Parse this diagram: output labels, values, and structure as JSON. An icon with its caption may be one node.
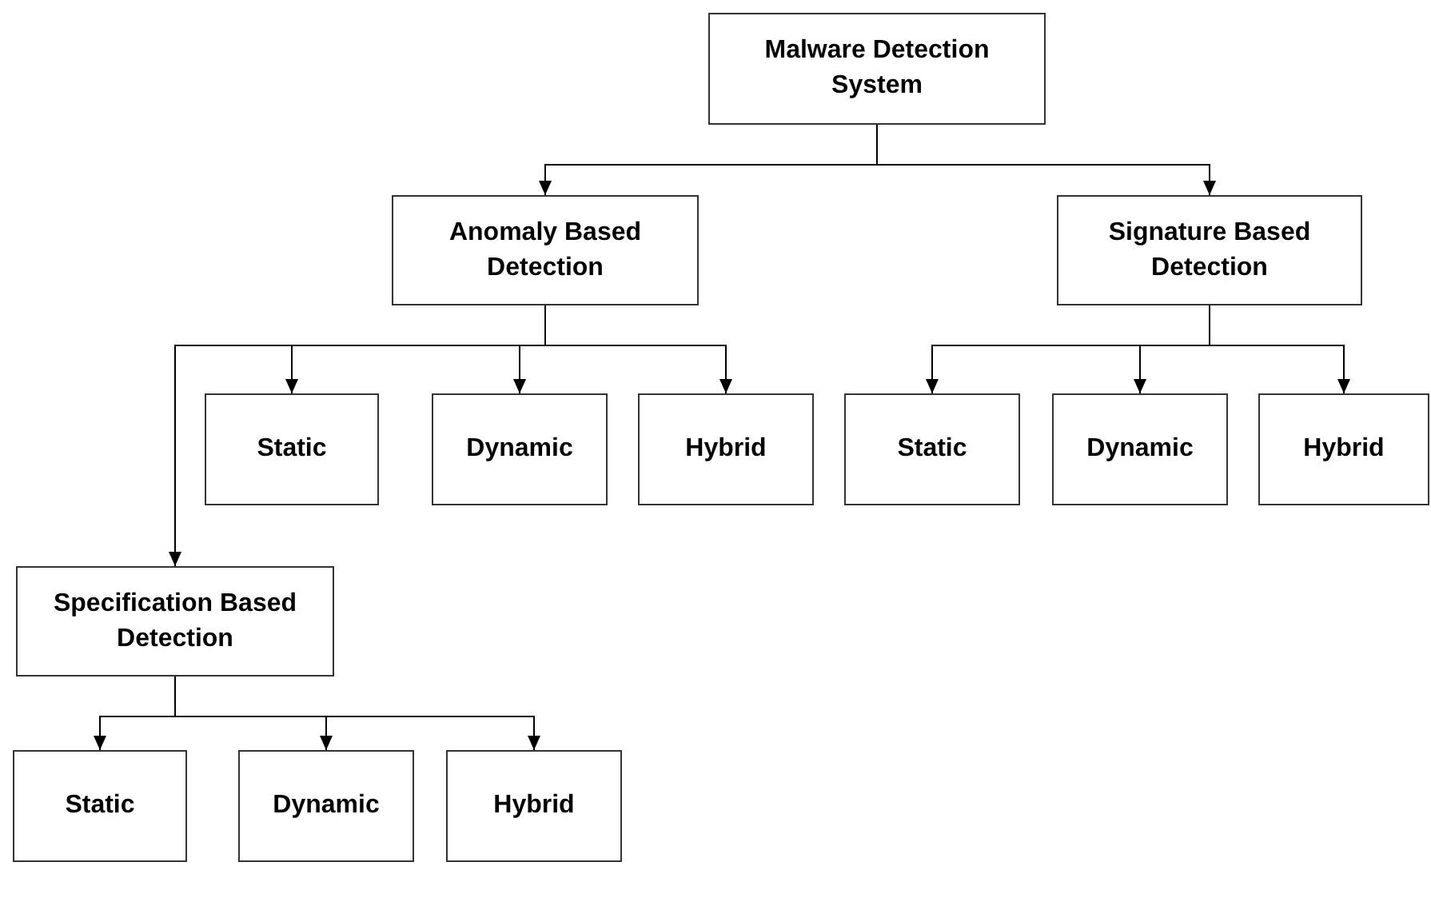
{
  "diagram": {
    "nodes": [
      {
        "text": [
          "Malware Detection System"
        ]
      },
      {
        "text": [
          "Anomaly Based Detection"
        ]
      },
      {
        "text": [
          "Signature Based Detection"
        ]
      },
      {
        "text": [
          "Static"
        ]
      },
      {
        "text": [
          "Dynamic"
        ]
      },
      {
        "text": [
          "Hybrid"
        ]
      },
      {
        "text": [
          "Static"
        ]
      },
      {
        "text": [
          "Dynamic"
        ]
      },
      {
        "text": [
          "Hybrid"
        ]
      },
      {
        "text": [
          "Specification Based Detection"
        ]
      },
      {
        "text": [
          "Static"
        ]
      },
      {
        "text": [
          "Dynamic"
        ]
      },
      {
        "text": [
          "Hybrid"
        ]
      }
    ],
    "edges": [
      {
        "from": 0,
        "to": 1,
        "arrow": "to"
      },
      {
        "from": 0,
        "to": 2,
        "arrow": "to"
      },
      {
        "from": 1,
        "to": 3,
        "arrow": "to"
      },
      {
        "from": 1,
        "to": 4,
        "arrow": "to"
      },
      {
        "from": 1,
        "to": 5,
        "arrow": "to"
      },
      {
        "from": 1,
        "to": 9,
        "arrow": "to"
      },
      {
        "from": 2,
        "to": 6,
        "arrow": "to"
      },
      {
        "from": 2,
        "to": 7,
        "arrow": "to"
      },
      {
        "from": 2,
        "to": 8,
        "arrow": "to"
      },
      {
        "from": 9,
        "to": 10,
        "arrow": "to"
      },
      {
        "from": 9,
        "to": 11,
        "arrow": "to"
      },
      {
        "from": 9,
        "to": 12,
        "arrow": "to"
      }
    ]
  }
}
